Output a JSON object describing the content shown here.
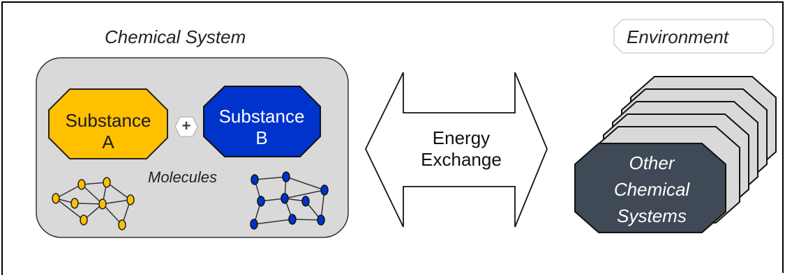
{
  "diagram": {
    "system_title": "Chemical System",
    "substance_a": [
      "Substance",
      "A"
    ],
    "plus": "+",
    "substance_b": [
      "Substance",
      "B"
    ],
    "molecules_label": "Molecules",
    "exchange": [
      "Energy",
      "Exchange"
    ],
    "environment_title": "Environment",
    "other_systems": [
      "Other",
      "Chemical",
      "Systems"
    ]
  },
  "colors": {
    "system_box": "#d9d9d9",
    "substance_a": "#ffc000",
    "substance_b": "#0033cc",
    "other_systems": "#3f4a56",
    "stack_card": "#d9d9d9"
  }
}
